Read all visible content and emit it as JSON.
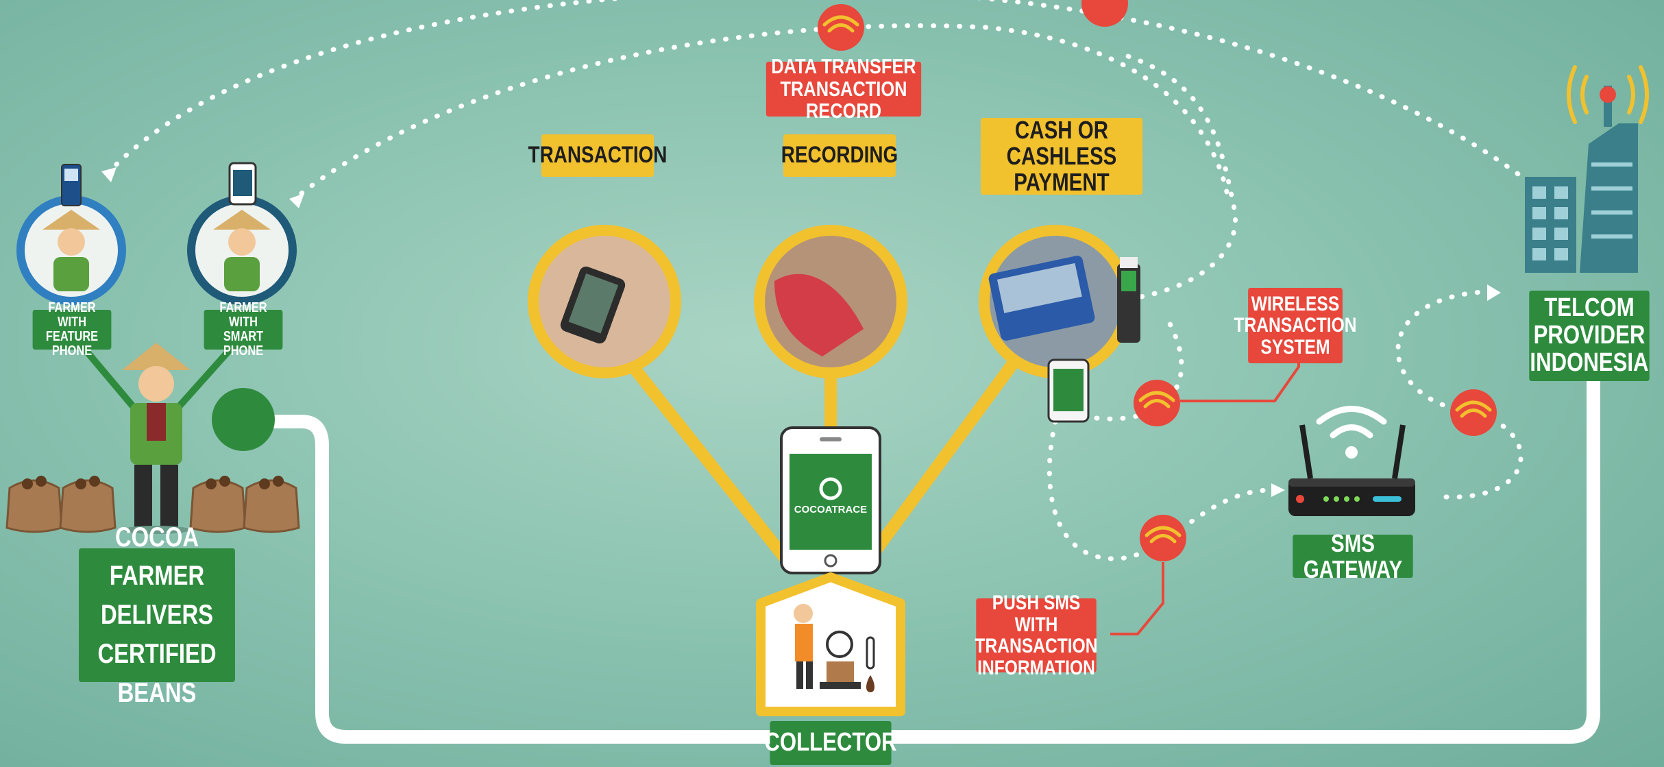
{
  "labels": {
    "data_transfer": "DATA TRANSFER\nTRANSACTION RECORD",
    "transaction": "TRANSACTION",
    "recording": "RECORDING",
    "payment": "CASH OR CASHLESS\nPAYMENT",
    "farmer_feature_phone": "FARMER WITH\nFEATURE PHONE",
    "farmer_smart_phone": "FARMER WITH\nSMART PHONE",
    "cocoa_farmer": "COCOA FARMER\nDELIVERS\nCERTIFIED BEANS",
    "wireless": "WIRELESS\nTRANSACTION\nSYSTEM",
    "telcom": "TELCOM\nPROVIDER\nINDONESIA",
    "sms_gateway": "SMS GATEWAY",
    "push_sms": "PUSH SMS WITH\nTRANSACTION\nINFORMATION",
    "collector": "COLLECTOR",
    "app_name": "COCOATRACE"
  },
  "colors": {
    "yellow": "#f2c12e",
    "red": "#e8473b",
    "green": "#2e8b3e",
    "white": "#ffffff"
  },
  "icons": [
    "wifi-signal-icon",
    "feature-phone-icon",
    "smartphone-icon",
    "farmer-icon",
    "cocoa-sack-icon",
    "telecom-tower-icon",
    "router-icon",
    "house-icon",
    "scale-icon",
    "thermometer-icon"
  ]
}
